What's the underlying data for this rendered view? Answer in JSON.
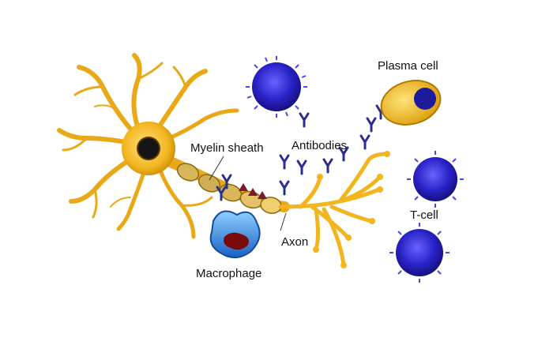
{
  "labels": {
    "myelin_sheath": "Myelin sheath",
    "antibodies": "Antibodies",
    "plasma_cell": "Plasma cell",
    "t_cell": "T-cell",
    "axon": "Axon",
    "macrophage": "Macrophage"
  },
  "colors": {
    "neuron": "#f2b51e",
    "neuron_dark": "#c98600",
    "nucleus": "#141414",
    "immune_cell": "#2a23c8",
    "antibody": "#2b2f8c",
    "macrophage": "#1f6fd1",
    "macrophage_inner": "#7a0b0b",
    "label_line": "#333333"
  }
}
